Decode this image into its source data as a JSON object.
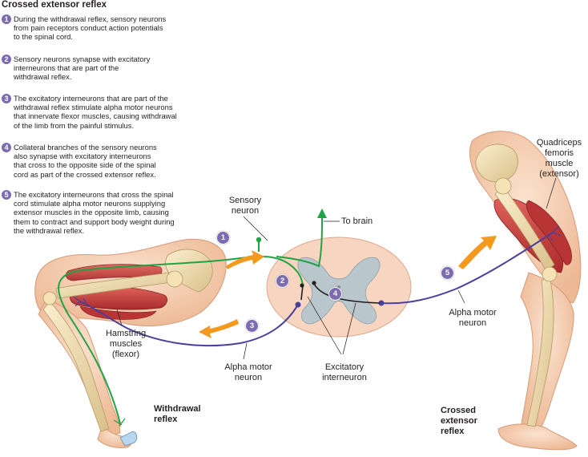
{
  "title": "Crossed extensor reflex",
  "steps": [
    {
      "num": "1",
      "text": "During the withdrawal reflex, sensory neurons\nfrom pain receptors conduct action potentials\nto the spinal cord."
    },
    {
      "num": "2",
      "text": "Sensory neurons synapse with excitatory\ninterneurons that are part of the\nwithdrawal reflex."
    },
    {
      "num": "3",
      "text": "The excitatory interneurons that are part of the\nwithdrawal reflex stimulate alpha motor neurons\nthat innervate flexor muscles, causing withdrawal\nof the limb from the painful stimulus."
    },
    {
      "num": "4",
      "text": "Collateral branches of the sensory neurons\nalso synapse with excitatory interneurons\nthat cross to the opposite side of the spinal\ncord as part of the crossed extensor reflex."
    },
    {
      "num": "5",
      "text": "The excitatory interneurons that cross the spinal\ncord stimulate alpha motor neurons supplying\nextensor muscles in the opposite limb, causing\nthem to contract and support body weight during\nthe withdrawal reflex."
    }
  ],
  "labels": {
    "sensory_neuron": "Sensory\nneuron",
    "to_brain": "To brain",
    "hamstring": "Hamstring\nmuscles\n(flexor)",
    "alpha_left": "Alpha motor\nneuron",
    "excitatory": "Excitatory\ninterneuron",
    "alpha_right": "Alpha motor\nneuron",
    "quadriceps": "Quadriceps\nfemoris\nmuscle\n(extensor)",
    "withdrawal": "Withdrawal\nreflex",
    "crossed": "Crossed\nextensor\nreflex"
  },
  "badges": {
    "b1": "1",
    "b2": "2",
    "b3": "3",
    "b4": "4",
    "b5": "5"
  },
  "colors": {
    "sensory_neuron": "#1fa344",
    "motor_neuron": "#4a3f9e",
    "interneuron": "#231f20",
    "arrow": "#f39a1e",
    "skin": "#f3c7a6",
    "bone": "#efdcb0",
    "muscle": "#c8393a",
    "badge": "#7b6bb0"
  }
}
